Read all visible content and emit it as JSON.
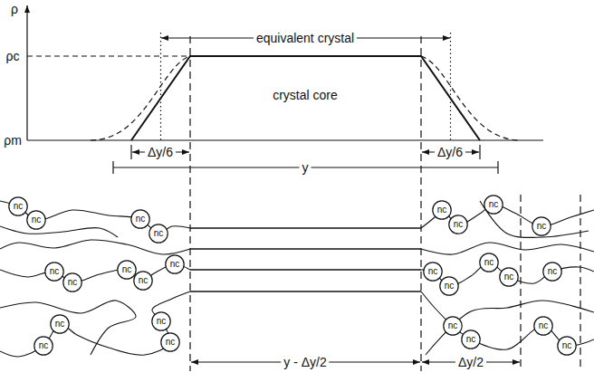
{
  "diagram": {
    "nodes": [
      {
        "text": [
          "nc"
        ]
      },
      {
        "text": [
          "nc"
        ]
      },
      {
        "text": [
          "nc"
        ]
      },
      {
        "text": [
          "nc"
        ]
      },
      {
        "text": [
          "nc"
        ]
      },
      {
        "text": [
          "nc"
        ]
      },
      {
        "text": [
          "nc"
        ]
      },
      {
        "text": [
          "nc"
        ]
      },
      {
        "text": [
          "nc"
        ]
      },
      {
        "text": [
          "nc"
        ]
      },
      {
        "text": [
          "nc"
        ]
      },
      {
        "text": [
          "nc"
        ]
      },
      {
        "text": [
          "nc"
        ]
      },
      {
        "text": [
          "nc"
        ]
      },
      {
        "text": [
          "nc"
        ]
      },
      {
        "text": [
          "nc"
        ]
      },
      {
        "text": [
          "nc"
        ]
      },
      {
        "text": [
          "nc"
        ]
      },
      {
        "text": [
          "nc"
        ]
      },
      {
        "text": [
          "nc"
        ]
      },
      {
        "text": [
          "nc"
        ]
      },
      {
        "text": [
          "nc"
        ]
      },
      {
        "text": [
          "nc"
        ]
      },
      {
        "text": [
          "nc"
        ]
      },
      {
        "text": [
          "nc"
        ]
      },
      {
        "text": [
          "nc"
        ]
      }
    ],
    "labels": [
      "ρ",
      "ρc",
      "ρm",
      "equivalent crystal",
      "crystal core",
      "Δy/6",
      "Δy/6",
      "y",
      "y - Δy/2",
      "Δy/2"
    ]
  }
}
